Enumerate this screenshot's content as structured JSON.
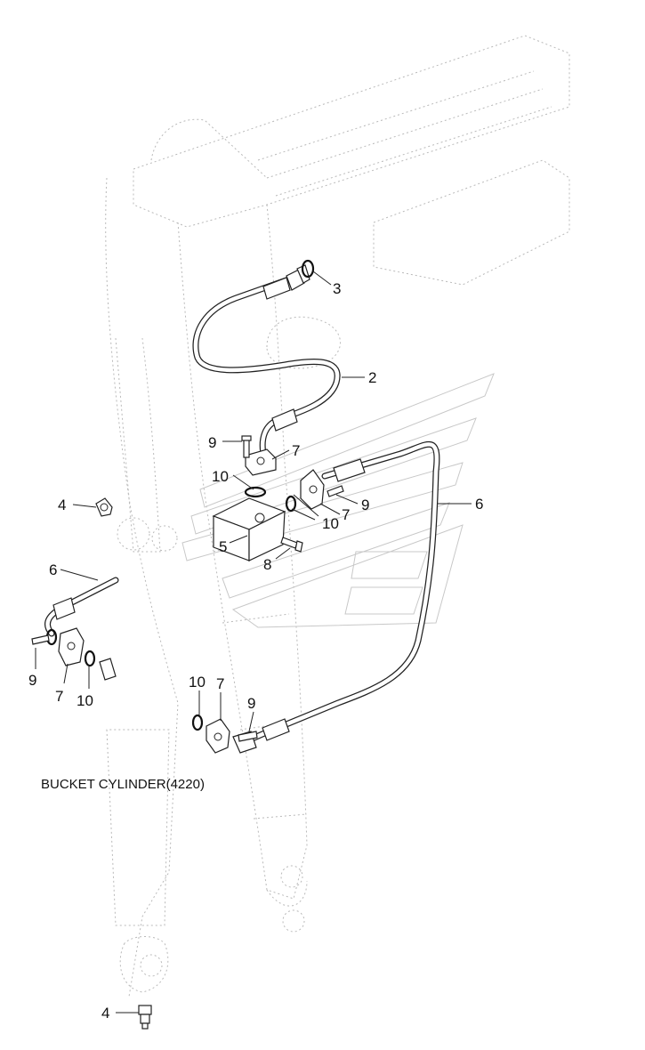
{
  "caption": "BUCKET CYLINDER(4220)",
  "callouts": [
    {
      "id": "c-3",
      "label": "3"
    },
    {
      "id": "c-2",
      "label": "2"
    },
    {
      "id": "c-9a",
      "label": "9"
    },
    {
      "id": "c-7a",
      "label": "7"
    },
    {
      "id": "c-10a",
      "label": "10"
    },
    {
      "id": "c-9b",
      "label": "9"
    },
    {
      "id": "c-7b",
      "label": "7"
    },
    {
      "id": "c-6a",
      "label": "6"
    },
    {
      "id": "c-4a",
      "label": "4"
    },
    {
      "id": "c-10b",
      "label": "10"
    },
    {
      "id": "c-5",
      "label": "5"
    },
    {
      "id": "c-8",
      "label": "8"
    },
    {
      "id": "c-6b",
      "label": "6"
    },
    {
      "id": "c-9c",
      "label": "9"
    },
    {
      "id": "c-7c",
      "label": "7"
    },
    {
      "id": "c-10c",
      "label": "10"
    },
    {
      "id": "c-10d",
      "label": "10"
    },
    {
      "id": "c-7d",
      "label": "7"
    },
    {
      "id": "c-9d",
      "label": "9"
    },
    {
      "id": "c-4b",
      "label": "4"
    }
  ]
}
